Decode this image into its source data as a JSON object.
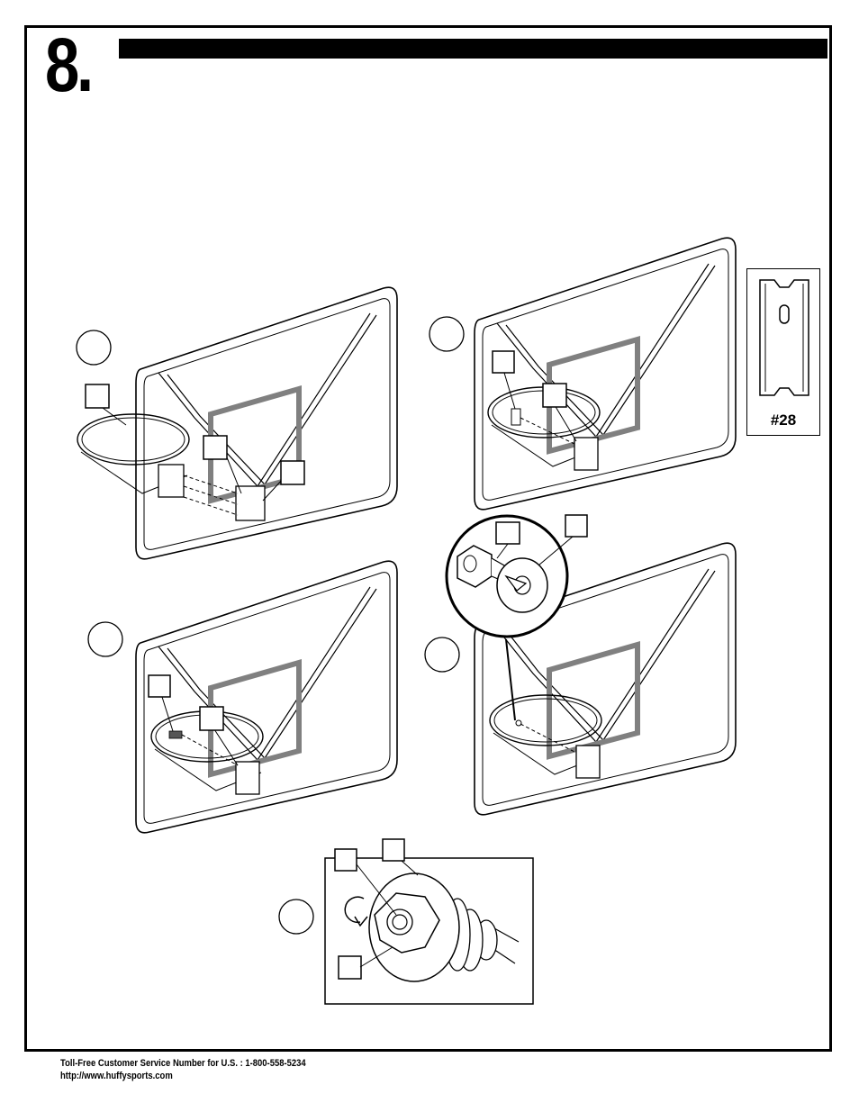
{
  "step": {
    "number": "8."
  },
  "part_reference": {
    "label": "#28"
  },
  "footer": {
    "phone_line": "Toll-Free Customer Service Number for U.S. : 1-800-558-5234",
    "website": "http://www.huffysports.com"
  },
  "colors": {
    "ink": "#000000",
    "target_square": "#808080",
    "paper": "#ffffff"
  }
}
